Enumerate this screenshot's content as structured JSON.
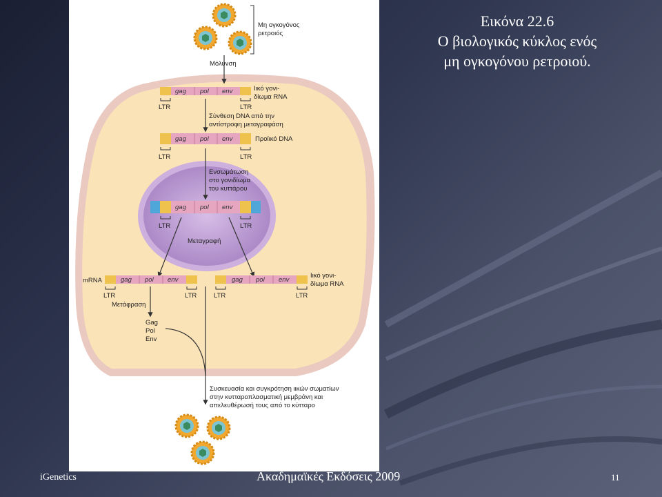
{
  "slide": {
    "title_line1": "Εικόνα 22.6",
    "title_line2": "Ο βιολογικός κύκλος ενός",
    "title_line3": "μη ογκογόνου ρετροιού."
  },
  "diagram": {
    "virus_label_line1": "Μη ογκογόνος",
    "virus_label_line2": "ρετροιός",
    "infection": "Μόλυνση",
    "genome_rna_line1": "Ιικό γονι-",
    "genome_rna_line2": "δίωμα RNA",
    "genes": {
      "gag": "gag",
      "pol": "pol",
      "env": "env"
    },
    "ltr": "LTR",
    "rt_line1": "Σύνθεση DNA από την",
    "rt_line2": "αντίστροφη μεταγραφάση",
    "provirus": "Προϊικό DNA",
    "integration_line1": "Ενσωμάτωση",
    "integration_line2": "στο γονιδίωμα",
    "integration_line3": "του κυττάρου",
    "transcription": "Μεταγραφή",
    "mrna": "mRNA",
    "translation": "Μετάφραση",
    "proteins": [
      "Gag",
      "Pol",
      "Env"
    ],
    "assembly_line1": "Συσκευασία και συγκρότηση ιικών σωματίων",
    "assembly_line2": "στην κυτταροπλασματική μεμβράνη και",
    "assembly_line3": "απελευθέρωσή τους από το κύτταρο"
  },
  "footer": {
    "left": "iGenetics",
    "center": "Ακαδημαϊκές Εκδόσεις 2009",
    "page": "11"
  },
  "colors": {
    "cell": "#fbe3b8",
    "nucleus": "#c9a9dc",
    "gene_bar": "#e6a6c0",
    "ltr": "#efc24d",
    "host_dna": "#4fa6d8"
  }
}
